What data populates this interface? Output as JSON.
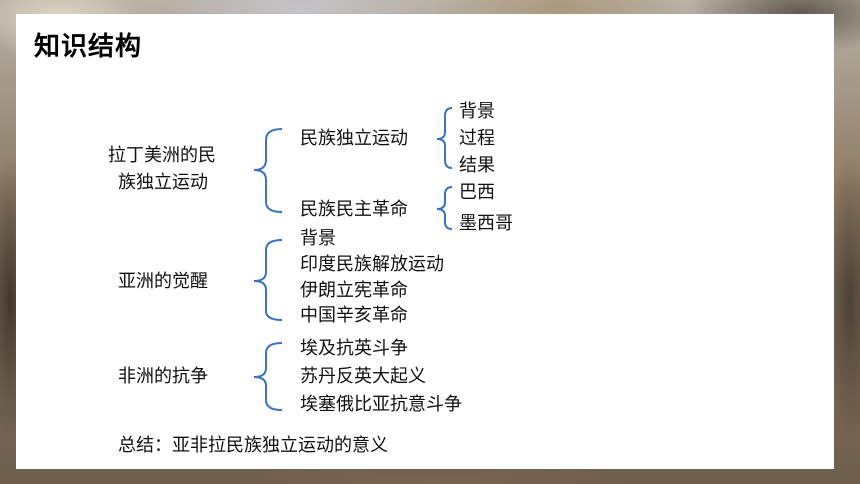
{
  "slide": {
    "title": "知识结构",
    "latin": {
      "label_line1": "拉丁美洲的民",
      "label_line2": "族独立运动",
      "branch1": {
        "label": "民族独立运动",
        "items": [
          "背景",
          "过程",
          "结果"
        ]
      },
      "branch2": {
        "label": "民族民主革命",
        "items": [
          "巴西",
          "墨西哥"
        ]
      }
    },
    "asia": {
      "label": "亚洲的觉醒",
      "items": [
        "背景",
        "印度民族解放运动",
        "伊朗立宪革命",
        "中国辛亥革命"
      ]
    },
    "africa": {
      "label": "非洲的抗争",
      "items": [
        "埃及抗英斗争",
        "苏丹反英大起义",
        "埃塞俄比亚抗意斗争"
      ]
    },
    "summary": "总结：亚非拉民族独立运动的意义"
  },
  "colors": {
    "brace": "#3a73c2",
    "text": "#111111",
    "panel": "#ffffff"
  }
}
